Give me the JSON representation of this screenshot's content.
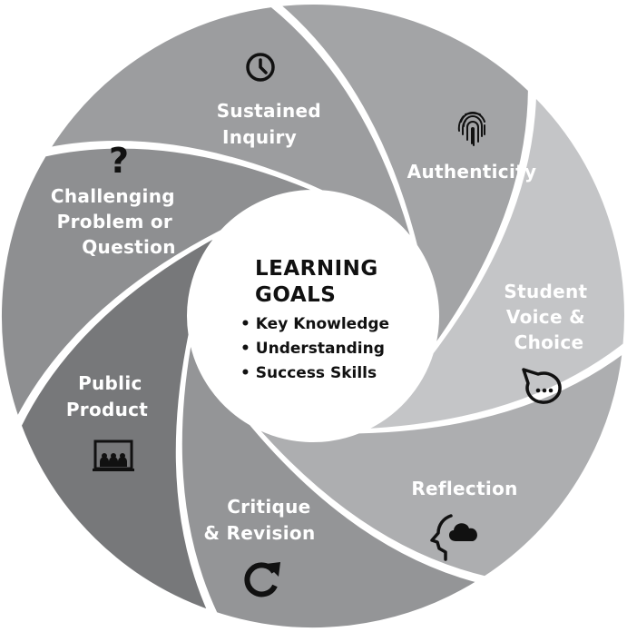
{
  "center": {
    "title_line1": "LEARNING",
    "title_line2": "GOALS",
    "items": [
      "• Key Knowledge",
      "• Understanding",
      "• Success Skills"
    ]
  },
  "segments": [
    {
      "label_line1": "Sustained",
      "label_line2": "Inquiry",
      "color": "#A3A4A6",
      "icon": "clock-icon"
    },
    {
      "label_line1": "Authenticity",
      "color": "#C4C5C7",
      "icon": "fingerprint-icon"
    },
    {
      "label_line1": "Student",
      "label_line2": "Voice &",
      "label_line3": "Choice",
      "color": "#ADAEB0",
      "icon": "speech-bubble-icon"
    },
    {
      "label_line1": "Reflection",
      "color": "#949597",
      "icon": "head-cloud-icon"
    },
    {
      "label_line1": "Critique",
      "label_line2": "& Revision",
      "color": "#77787A",
      "icon": "refresh-icon"
    },
    {
      "label_line1": "Public",
      "label_line2": "Product",
      "color": "#8E8F91",
      "icon": "presentation-icon"
    },
    {
      "label_line1": "Challenging",
      "label_line2": "Problem or",
      "label_line3": "Question",
      "color": "#9C9D9F",
      "icon": "question-mark-icon"
    }
  ]
}
